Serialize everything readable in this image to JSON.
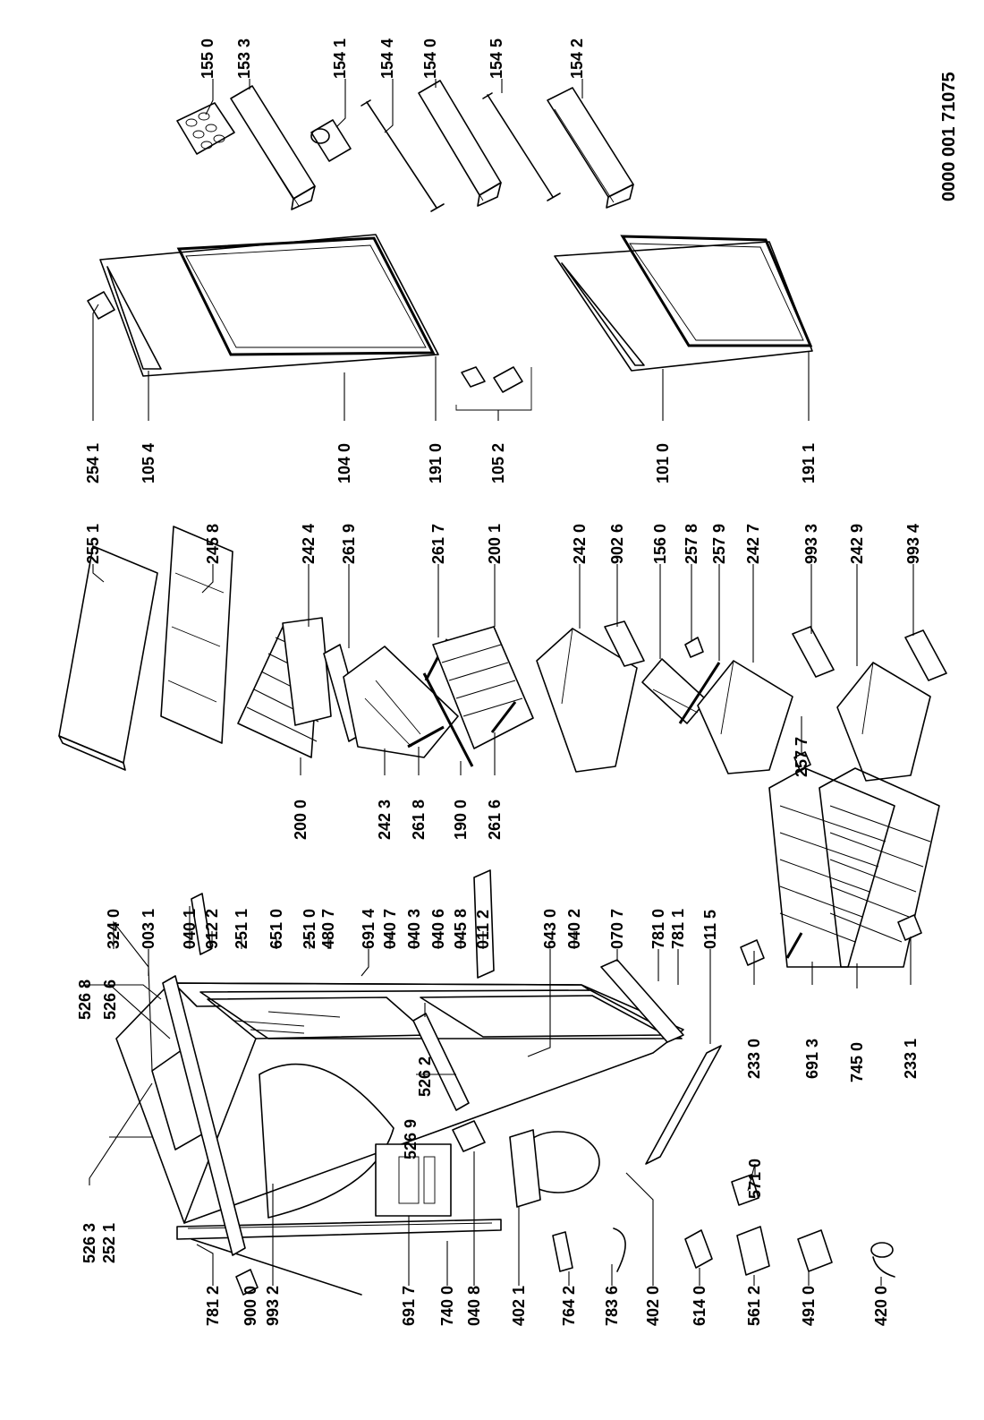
{
  "document_number": "0000 001 71075",
  "callouts": [
    {
      "id": "c1550",
      "label": "155 0"
    },
    {
      "id": "c1533",
      "label": "153 3"
    },
    {
      "id": "c1541",
      "label": "154 1"
    },
    {
      "id": "c1544",
      "label": "154 4"
    },
    {
      "id": "c1540",
      "label": "154 0"
    },
    {
      "id": "c1545",
      "label": "154 5"
    },
    {
      "id": "c1542",
      "label": "154 2"
    },
    {
      "id": "c2541",
      "label": "254 1"
    },
    {
      "id": "c1054",
      "label": "105 4"
    },
    {
      "id": "c1040",
      "label": "104 0"
    },
    {
      "id": "c1910",
      "label": "191 0"
    },
    {
      "id": "c1052",
      "label": "105 2"
    },
    {
      "id": "c1010",
      "label": "101 0"
    },
    {
      "id": "c1911",
      "label": "191 1"
    },
    {
      "id": "c2551",
      "label": "255 1"
    },
    {
      "id": "c2458",
      "label": "245 8"
    },
    {
      "id": "c2424",
      "label": "242 4"
    },
    {
      "id": "c2619",
      "label": "261 9"
    },
    {
      "id": "c2617",
      "label": "261 7"
    },
    {
      "id": "c2001",
      "label": "200 1"
    },
    {
      "id": "c2420",
      "label": "242 0"
    },
    {
      "id": "c9026",
      "label": "902 6"
    },
    {
      "id": "c1560",
      "label": "156 0"
    },
    {
      "id": "c2578",
      "label": "257 8"
    },
    {
      "id": "c2579",
      "label": "257 9"
    },
    {
      "id": "c2427",
      "label": "242 7"
    },
    {
      "id": "c9933",
      "label": "993 3"
    },
    {
      "id": "c2429",
      "label": "242 9"
    },
    {
      "id": "c9934",
      "label": "993 4"
    },
    {
      "id": "c2000",
      "label": "200 0"
    },
    {
      "id": "c2423",
      "label": "242 3"
    },
    {
      "id": "c2618",
      "label": "261 8"
    },
    {
      "id": "c1900",
      "label": "190 0"
    },
    {
      "id": "c2616",
      "label": "261 6"
    },
    {
      "id": "c2577",
      "label": "257 7"
    },
    {
      "id": "c3240",
      "label": "324 0"
    },
    {
      "id": "c0031",
      "label": "003 1"
    },
    {
      "id": "c0401",
      "label": "040 1"
    },
    {
      "id": "c9122",
      "label": "912 2"
    },
    {
      "id": "c2511",
      "label": "251 1"
    },
    {
      "id": "c6510",
      "label": "651 0"
    },
    {
      "id": "c2510",
      "label": "251 0"
    },
    {
      "id": "c4807",
      "label": "480 7"
    },
    {
      "id": "c6914",
      "label": "691 4"
    },
    {
      "id": "c0407",
      "label": "040 7"
    },
    {
      "id": "c0403",
      "label": "040 3"
    },
    {
      "id": "c0406",
      "label": "040 6"
    },
    {
      "id": "c0458",
      "label": "045 8"
    },
    {
      "id": "c0112",
      "label": "011 2"
    },
    {
      "id": "c6430",
      "label": "643 0"
    },
    {
      "id": "c0402",
      "label": "040 2"
    },
    {
      "id": "c0707",
      "label": "070 7"
    },
    {
      "id": "c7810",
      "label": "781 0"
    },
    {
      "id": "c7811",
      "label": "781 1"
    },
    {
      "id": "c0115",
      "label": "011 5"
    },
    {
      "id": "c5268",
      "label": "526 8"
    },
    {
      "id": "c5266",
      "label": "526 6"
    },
    {
      "id": "c5262",
      "label": "526 2"
    },
    {
      "id": "c5269",
      "label": "526 9"
    },
    {
      "id": "c5263",
      "label": "526 3"
    },
    {
      "id": "c2521",
      "label": "252 1"
    },
    {
      "id": "c5710",
      "label": "571 0"
    },
    {
      "id": "c2330",
      "label": "233 0"
    },
    {
      "id": "c6913",
      "label": "691 3"
    },
    {
      "id": "c7450",
      "label": "745 0"
    },
    {
      "id": "c2331",
      "label": "233 1"
    },
    {
      "id": "c7812",
      "label": "781 2"
    },
    {
      "id": "c9000",
      "label": "900 0"
    },
    {
      "id": "c9932",
      "label": "993 2"
    },
    {
      "id": "c6917",
      "label": "691 7"
    },
    {
      "id": "c7400",
      "label": "740 0"
    },
    {
      "id": "c0408",
      "label": "040 8"
    },
    {
      "id": "c4021",
      "label": "402 1"
    },
    {
      "id": "c7642",
      "label": "764 2"
    },
    {
      "id": "c7836",
      "label": "783 6"
    },
    {
      "id": "c4020",
      "label": "402 0"
    },
    {
      "id": "c6140",
      "label": "614 0"
    },
    {
      "id": "c5612",
      "label": "561 2"
    },
    {
      "id": "c4910",
      "label": "491 0"
    },
    {
      "id": "c4200",
      "label": "420 0"
    }
  ]
}
